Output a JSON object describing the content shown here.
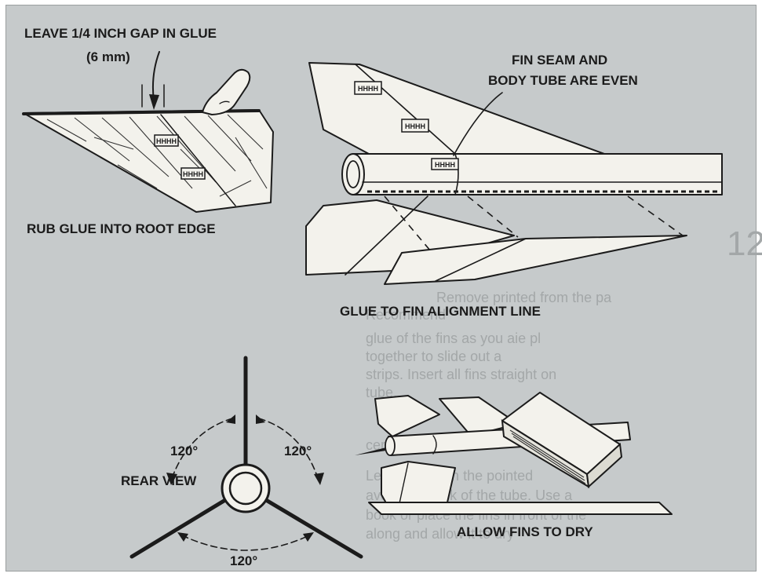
{
  "labels": {
    "gap_line1": "LEAVE 1/4 INCH GAP IN GLUE",
    "gap_line2": "(6 mm)",
    "rub": "RUB GLUE INTO ROOT EDGE",
    "seam_line1": "FIN SEAM AND",
    "seam_line2": "BODY TUBE ARE EVEN",
    "glue_line": "GLUE TO FIN ALIGNMENT LINE",
    "angle_left": "120°",
    "angle_right": "120°",
    "angle_bottom": "120°",
    "rear_view": "REAR VIEW",
    "dry": "ALLOW FINS TO DRY"
  },
  "background_text": [
    "Remove printed from the pa",
    "Recommend",
    "glue of the fins as you aie pl",
    "together to slide out a",
    "strips. Insert all fins straight on",
    "tube...",
    "cement to the fin",
    "Leave fins with the pointed",
    "avoid the back of the tube. Use a",
    "book or place the fins in front of the",
    "along and allow it to dry"
  ],
  "colors": {
    "panel": "#c6cacb",
    "ink": "#1b1b1b",
    "paper": "#f3f2ec",
    "ghost_text": "#a3a7a8"
  }
}
